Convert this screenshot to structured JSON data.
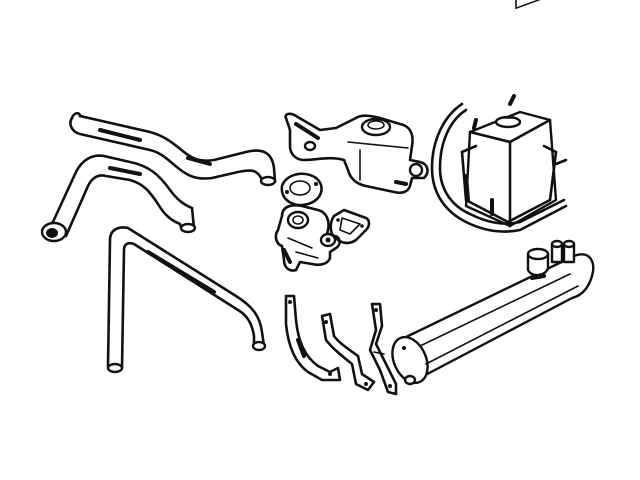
{
  "diagram": {
    "background_color": "#ffffff",
    "ink_color": "#111111",
    "parts": [
      {
        "id": "upper-water-pipe"
      },
      {
        "id": "lower-water-pipe"
      },
      {
        "id": "long-l-pipe"
      },
      {
        "id": "thermostat-housing"
      },
      {
        "id": "round-gasket"
      },
      {
        "id": "water-pump-elbow"
      },
      {
        "id": "square-gasket"
      },
      {
        "id": "expansion-tank"
      },
      {
        "id": "overflow-hose"
      },
      {
        "id": "cylindrical-tank"
      },
      {
        "id": "bracket-left"
      },
      {
        "id": "bracket-middle"
      },
      {
        "id": "bracket-right"
      }
    ]
  }
}
